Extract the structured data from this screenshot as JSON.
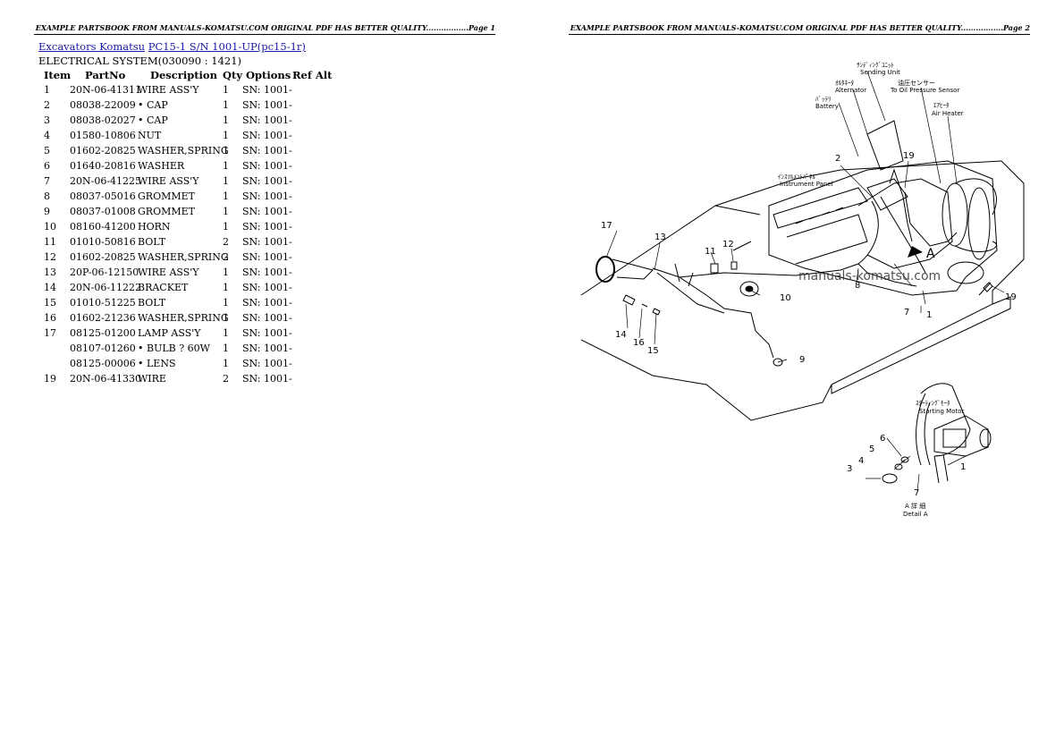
{
  "header": {
    "left": "EXAMPLE PARTSBOOK FROM MANUALS-KOMATSU.COM ORIGINAL PDF HAS BETTER QUALITY.................Page 1",
    "right": "EXAMPLE PARTSBOOK FROM MANUALS-KOMATSU.COM ORIGINAL PDF HAS BETTER QUALITY.................Page 2"
  },
  "breadcrumb": {
    "link1": "Excavators Komatsu",
    "link2": "PC15-1 S/N 1001-UP(pc15-1r)"
  },
  "section_title": "ELECTRICAL SYSTEM(030090 : 1421)",
  "table": {
    "headers": {
      "item": "Item",
      "partno": "PartNo",
      "description": "Description",
      "qty": "Qty",
      "options": "Options",
      "refalt": "Ref Alt"
    },
    "rows": [
      {
        "item": "1",
        "partno": "20N-06-41311",
        "description": "WIRE ASS'Y",
        "qty": "1",
        "options": "SN: 1001-"
      },
      {
        "item": "2",
        "partno": "08038-22009",
        "description": "• CAP",
        "qty": "1",
        "options": "SN: 1001-"
      },
      {
        "item": "3",
        "partno": "08038-02027",
        "description": "• CAP",
        "qty": "1",
        "options": "SN: 1001-"
      },
      {
        "item": "4",
        "partno": "01580-10806",
        "description": "NUT",
        "qty": "1",
        "options": "SN: 1001-"
      },
      {
        "item": "5",
        "partno": "01602-20825",
        "description": "WASHER,SPRING",
        "qty": "1",
        "options": "SN: 1001-"
      },
      {
        "item": "6",
        "partno": "01640-20816",
        "description": "WASHER",
        "qty": "1",
        "options": "SN: 1001-"
      },
      {
        "item": "7",
        "partno": "20N-06-41225",
        "description": "WIRE ASS'Y",
        "qty": "1",
        "options": "SN: 1001-"
      },
      {
        "item": "8",
        "partno": "08037-05016",
        "description": "GROMMET",
        "qty": "1",
        "options": "SN: 1001-"
      },
      {
        "item": "9",
        "partno": "08037-01008",
        "description": "GROMMET",
        "qty": "1",
        "options": "SN: 1001-"
      },
      {
        "item": "10",
        "partno": "08160-41200",
        "description": "HORN",
        "qty": "1",
        "options": "SN: 1001-"
      },
      {
        "item": "11",
        "partno": "01010-50816",
        "description": "BOLT",
        "qty": "2",
        "options": "SN: 1001-"
      },
      {
        "item": "12",
        "partno": "01602-20825",
        "description": "WASHER,SPRING",
        "qty": "2",
        "options": "SN: 1001-"
      },
      {
        "item": "13",
        "partno": "20P-06-12150",
        "description": "WIRE ASS'Y",
        "qty": "1",
        "options": "SN: 1001-"
      },
      {
        "item": "14",
        "partno": "20N-06-11222",
        "description": "BRACKET",
        "qty": "1",
        "options": "SN: 1001-"
      },
      {
        "item": "15",
        "partno": "01010-51225",
        "description": "BOLT",
        "qty": "1",
        "options": "SN: 1001-"
      },
      {
        "item": "16",
        "partno": "01602-21236",
        "description": "WASHER,SPRING",
        "qty": "1",
        "options": "SN: 1001-"
      },
      {
        "item": "17",
        "partno": "08125-01200",
        "description": "LAMP ASS'Y",
        "qty": "1",
        "options": "SN: 1001-"
      },
      {
        "item": "",
        "partno": "08107-01260",
        "description": "• BULB ? 60W",
        "qty": "1",
        "options": "SN: 1001-"
      },
      {
        "item": "",
        "partno": "08125-00006",
        "description": "• LENS",
        "qty": "1",
        "options": "SN: 1001-"
      },
      {
        "item": "19",
        "partno": "20N-06-41330",
        "description": "WIRE",
        "qty": "2",
        "options": "SN: 1001-"
      }
    ]
  },
  "diagram": {
    "labels": {
      "sending_unit_jp": "ｻﾝﾃﾞｨﾝｸﾞﾕﾆｯﾄ",
      "sending_unit": "Sending Unit",
      "alternator_jp": "ｵﾙﾀﾈｰﾀ",
      "alternator": "Alternator",
      "oil_sensor_jp": "油圧センサー",
      "oil_sensor": "To Oil Pressure Sensor",
      "battery_jp": "ﾊﾞｯﾃﾘ",
      "battery": "Battery",
      "air_heater_jp": "ｴｱﾋｰﾀ",
      "air_heater": "Air Heater",
      "instrument_panel_jp": "ｲﾝｽﾂﾙﾒﾝﾄﾊﾟﾈﾙ",
      "instrument_panel": "Instrument Panel",
      "starting_motor_jp": "ｽﾀｰﾃｨﾝｸﾞﾓｰﾀ",
      "starting_motor": "Starting Motor",
      "detail_jp": "A 詳 細",
      "detail": "Detail A",
      "view_a": "A",
      "watermark": "manuals-komatsu.com"
    },
    "callouts": [
      "1",
      "1",
      "2",
      "3",
      "4",
      "5",
      "6",
      "7",
      "7",
      "8",
      "9",
      "10",
      "11",
      "12",
      "13",
      "14",
      "15",
      "16",
      "17",
      "19",
      "19"
    ]
  }
}
